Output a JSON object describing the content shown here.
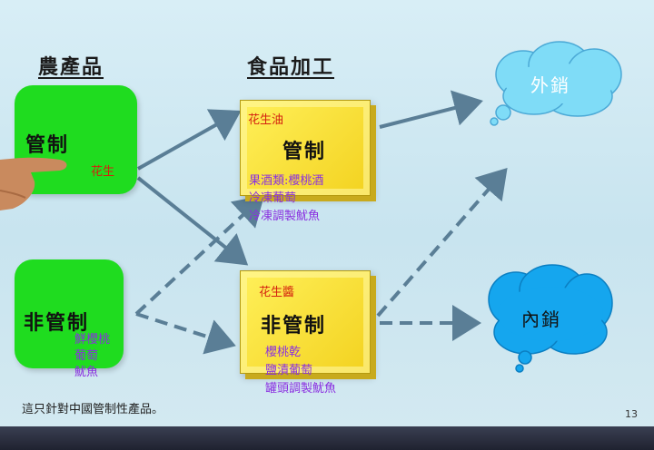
{
  "headings": {
    "agricultural": "農產品",
    "processing": "食品加工"
  },
  "boxes": {
    "controlled_agri": {
      "label": "管制",
      "product": "花生"
    },
    "uncontrolled_agri": {
      "label": "非管制",
      "items": [
        "鮮櫻桃",
        "葡萄",
        "魷魚"
      ]
    },
    "controlled_proc": {
      "product": "花生油",
      "label": "管制",
      "items": [
        "果酒類:櫻桃酒",
        "冷凍葡萄",
        "冷凍調製魷魚"
      ]
    },
    "uncontrolled_proc": {
      "product": "花生醬",
      "label": "非管制",
      "items": [
        "櫻桃乾",
        "鹽漬葡萄",
        "罐頭調製魷魚"
      ]
    }
  },
  "clouds": {
    "export": "外銷",
    "domestic": "內銷"
  },
  "colors": {
    "export_cloud": "#7fdcf7",
    "domestic_cloud": "#15a6ee",
    "arrow": "#5a7e96"
  },
  "footnote": "這只針對中國管制性產品。",
  "page_number": "13"
}
